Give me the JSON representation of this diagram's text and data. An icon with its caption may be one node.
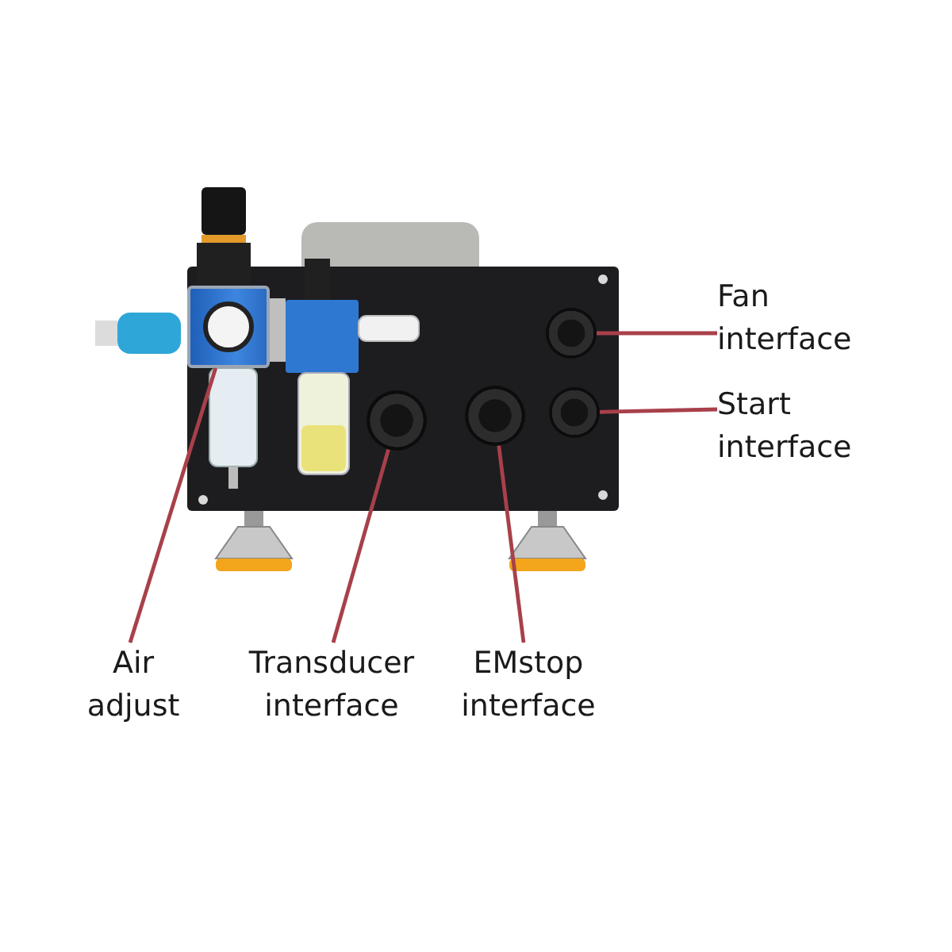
{
  "diagram": {
    "nodes": [
      {
        "text": [
          "Fan interface"
        ]
      },
      {
        "text": [
          "Start interface"
        ]
      },
      {
        "text": [
          "Air adjust"
        ]
      },
      {
        "text": [
          "Transducer interface"
        ]
      },
      {
        "text": [
          "EMstop interface"
        ]
      },
      {
        "text": [],
        "shape": "picture"
      },
      {
        "text": [],
        "shape": "circle"
      },
      {
        "text": [],
        "shape": "circle"
      },
      {
        "text": [],
        "shape": "circle"
      },
      {
        "text": [],
        "shape": "circle"
      }
    ],
    "edges": [
      {
        "from": 0,
        "to": 8,
        "arrow": "none"
      },
      {
        "from": 1,
        "to": 9,
        "arrow": "none"
      },
      {
        "from": 2,
        "to": 5,
        "arrow": "none"
      },
      {
        "from": 3,
        "to": 6,
        "arrow": "none"
      },
      {
        "from": 4,
        "to": 7,
        "arrow": "none"
      }
    ]
  }
}
